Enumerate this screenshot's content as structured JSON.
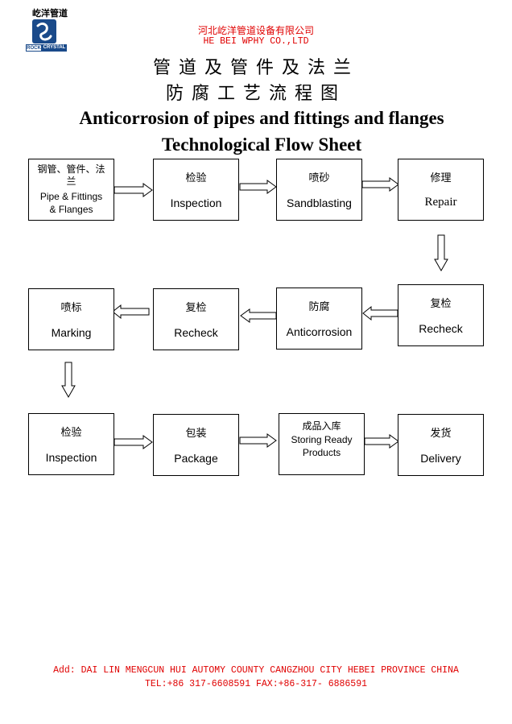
{
  "logo": {
    "cn": "屹洋管道",
    "bar_left": "ROCK",
    "bar_right": "CRYSTAL"
  },
  "header": {
    "company_cn": "河北屹洋管道设备有限公司",
    "company_en": "HE BEI WPHY CO.,LTD",
    "title_cn_line1": "管道及管件及法兰",
    "title_cn_line2": "防腐工艺流程图",
    "title_en_line1": "Anticorrosion of pipes and fittings and flanges",
    "title_en_line2": "Technological Flow Sheet"
  },
  "steps": [
    {
      "cn": "钢管、管件、法兰",
      "en": "Pipe & Fittings & Flanges"
    },
    {
      "cn": "检验",
      "en": "Inspection"
    },
    {
      "cn": "喷砂",
      "en": "Sandblasting"
    },
    {
      "cn": "修理",
      "en": "Repair"
    },
    {
      "cn": "复检",
      "en": "Recheck"
    },
    {
      "cn": "防腐",
      "en": "Anticorrosion"
    },
    {
      "cn": "复检",
      "en": "Recheck"
    },
    {
      "cn": "喷标",
      "en": "Marking"
    },
    {
      "cn": "检验",
      "en": "Inspection"
    },
    {
      "cn": "包装",
      "en": "Package"
    },
    {
      "cn": "成品入库",
      "en": "Storing Ready Products"
    },
    {
      "cn": "发货",
      "en": "Delivery"
    }
  ],
  "footer": {
    "address": "Add: DAI LIN MENGCUN HUI AUTOMY COUNTY CANGZHOU CITY HEBEI PROVINCE CHINA",
    "contact": "TEL:+86 317-6608591  FAX:+86-317- 6886591"
  }
}
